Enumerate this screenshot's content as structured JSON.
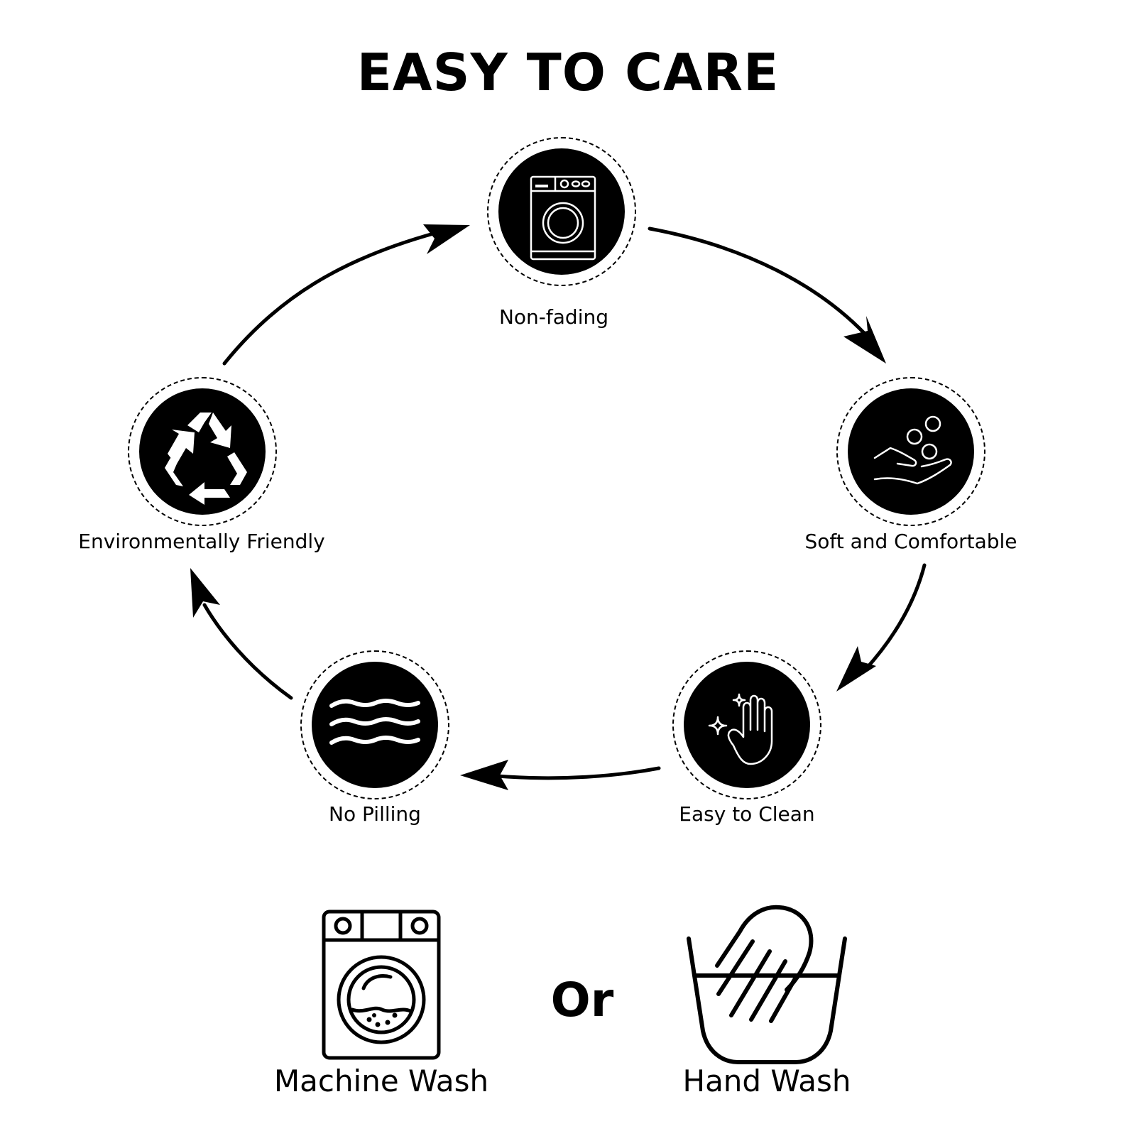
{
  "title": "EASY TO CARE",
  "cycle": {
    "nodes": [
      {
        "id": "non-fading",
        "label": "Non-fading",
        "icon": "washing-machine-icon"
      },
      {
        "id": "soft",
        "label": "Soft and Comfortable",
        "icon": "hand-bubbles-icon"
      },
      {
        "id": "clean",
        "label": "Easy to Clean",
        "icon": "sparkle-hand-icon"
      },
      {
        "id": "pilling",
        "label": "No Pilling",
        "icon": "waves-icon"
      },
      {
        "id": "eco",
        "label": "Environmentally Friendly",
        "icon": "recycle-icon"
      }
    ],
    "edges": [
      {
        "from": "non-fading",
        "to": "soft"
      },
      {
        "from": "soft",
        "to": "clean"
      },
      {
        "from": "clean",
        "to": "pilling"
      },
      {
        "from": "pilling",
        "to": "eco"
      },
      {
        "from": "eco",
        "to": "non-fading"
      }
    ]
  },
  "wash_options": {
    "machine_label": "Machine Wash",
    "machine_icon": "machine-wash-icon",
    "or_label": "Or",
    "hand_label": "Hand Wash",
    "hand_icon": "hand-wash-icon"
  },
  "colors": {
    "ink": "#000000",
    "background": "#ffffff"
  }
}
